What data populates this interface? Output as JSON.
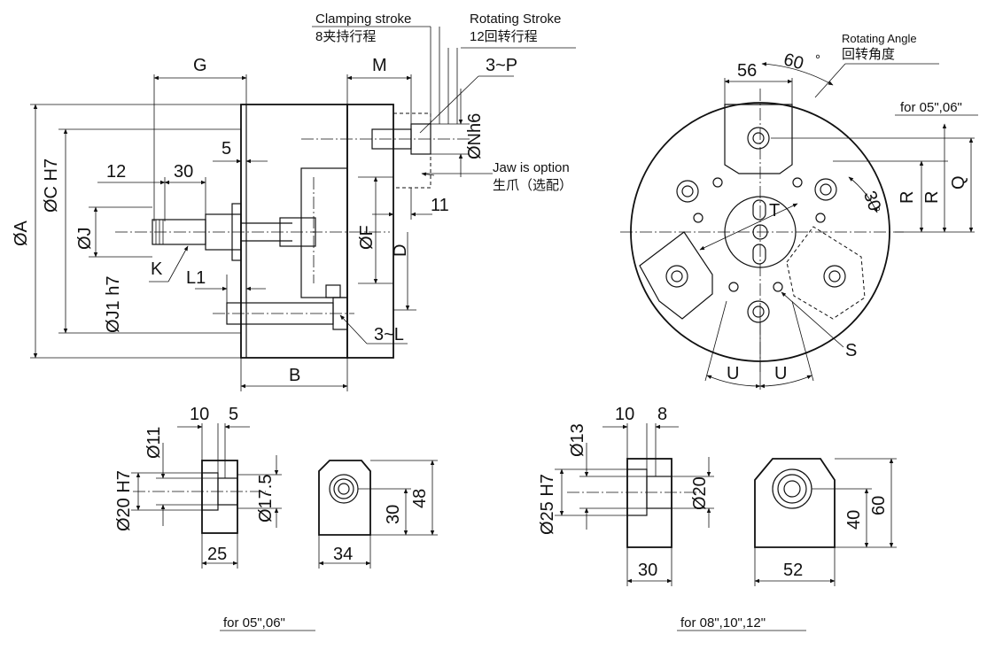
{
  "annotations": {
    "clamping_stroke_en": "Clamping stroke",
    "clamping_stroke_cn": "8夹持行程",
    "rotating_stroke_en": "Rotating Stroke",
    "rotating_stroke_cn": "12回转行程",
    "rotating_angle_en": "Rotating Angle",
    "rotating_angle_cn": "回转角度",
    "jaw_option_en": "Jaw is option",
    "jaw_option_cn": "生爪（选配）",
    "for_small_top": "for 05\",06\"",
    "for_small_bottom": "for 05\",06\"",
    "for_large_bottom": "for 08\",10\",12\""
  },
  "side_view": {
    "dim_G": "G",
    "dim_M": "M",
    "dim_3P": "3~P",
    "dim_ON": "ØNh6",
    "dim_5": "5",
    "dim_12": "12",
    "dim_30": "30",
    "dim_11": "11",
    "dim_OA": "ØA",
    "dim_OC": "ØC  H7",
    "dim_OJ": "ØJ",
    "dim_OJ1": "ØJ1  h7",
    "dim_K": "K",
    "dim_L1": "L1",
    "dim_OF": "ØF",
    "dim_D": "D",
    "dim_3L": "3~L",
    "dim_B": "B"
  },
  "front_view": {
    "dim_56": "56",
    "dim_60deg": "60",
    "deg_sym": "°",
    "dim_30deg": "30",
    "dim_T": "T",
    "dim_R1": "R",
    "dim_R2": "R",
    "dim_Q": "Q",
    "dim_S": "S",
    "dim_U1": "U",
    "dim_U2": "U"
  },
  "jaw_small": {
    "dim_10": "10",
    "dim_5": "5",
    "dim_O11": "Ø11",
    "dim_O20": "Ø20  H7",
    "dim_O17": "Ø17.5",
    "dim_25": "25",
    "dim_30": "30",
    "dim_48": "48",
    "dim_34": "34"
  },
  "jaw_large": {
    "dim_10": "10",
    "dim_8": "8",
    "dim_O13": "Ø13",
    "dim_O25": "Ø25  H7",
    "dim_O20": "Ø20",
    "dim_30": "30",
    "dim_40": "40",
    "dim_60": "60",
    "dim_52": "52"
  }
}
